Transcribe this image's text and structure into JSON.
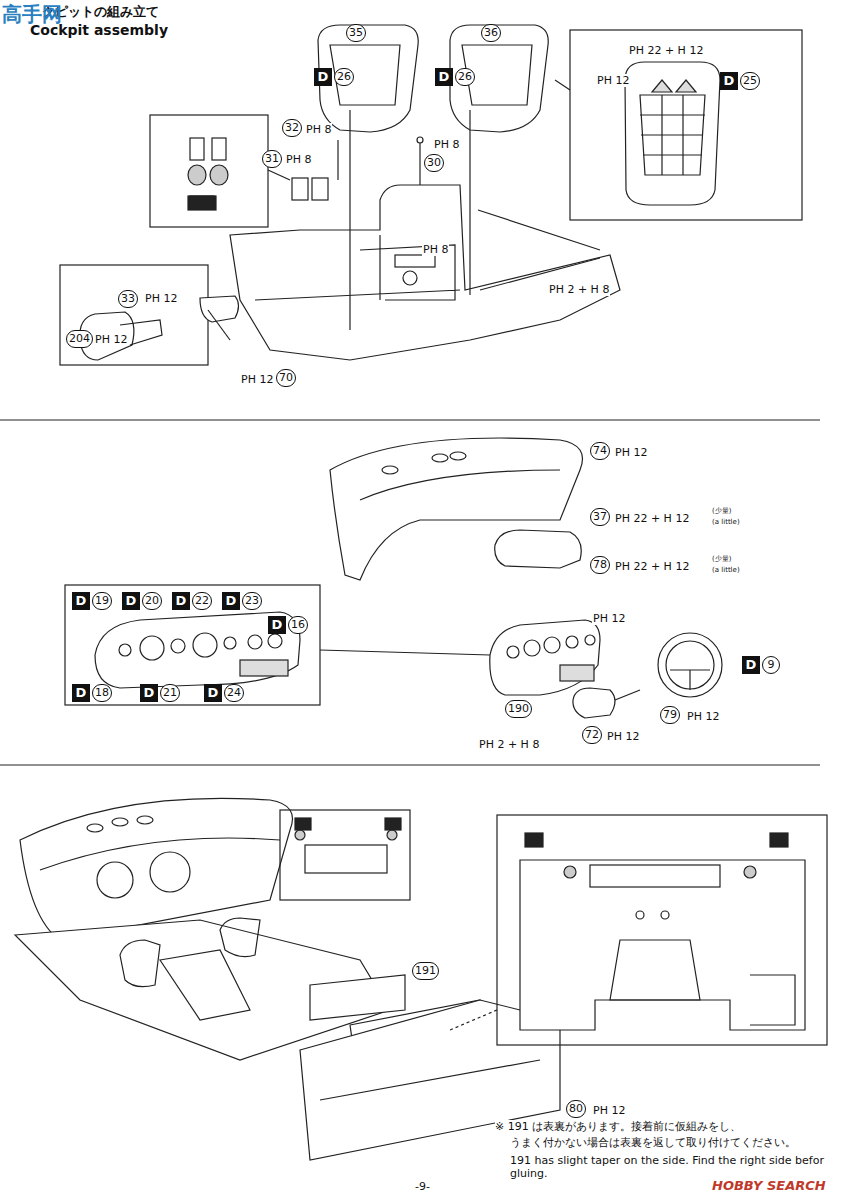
{
  "diagram": {
    "title": "クピットの組み立て",
    "labels": [
      "高手网",
      "Cockpit assembly",
      "35",
      "36",
      "D",
      "26",
      "D",
      "26",
      "PH 22 + H 12",
      "PH 12",
      "D",
      "25",
      "PH 8",
      "32",
      "31",
      "PH 8",
      "PH 8",
      "30",
      "PH 8",
      "PH 2 + H 8",
      "204",
      "PH 12",
      "33",
      "PH 12",
      "PH 12",
      "70",
      "74",
      "PH 12",
      "37",
      "PH 22 + H 12",
      "(少量)",
      "(a little)",
      "78",
      "PH 22 + H 12",
      "(少量)",
      "(a little)",
      "PH 12",
      "D",
      "19",
      "D",
      "20",
      "D",
      "22",
      "D",
      "23",
      "D",
      "16",
      "D",
      "18",
      "D",
      "21",
      "D",
      "24",
      "D",
      "9",
      "190",
      "PH 2 + H 8",
      "72",
      "PH 12",
      "79",
      "PH 12",
      "191",
      "80",
      "PH 12",
      "※ 191 は表裏があります。接着前に仮組みをし、",
      "うまく付かない場合は表裏を返して取り付けてください。",
      "191 has slight taper on the side. Find the right side befor gluing.",
      "-9-",
      "HOBBY SEARCH"
    ]
  }
}
